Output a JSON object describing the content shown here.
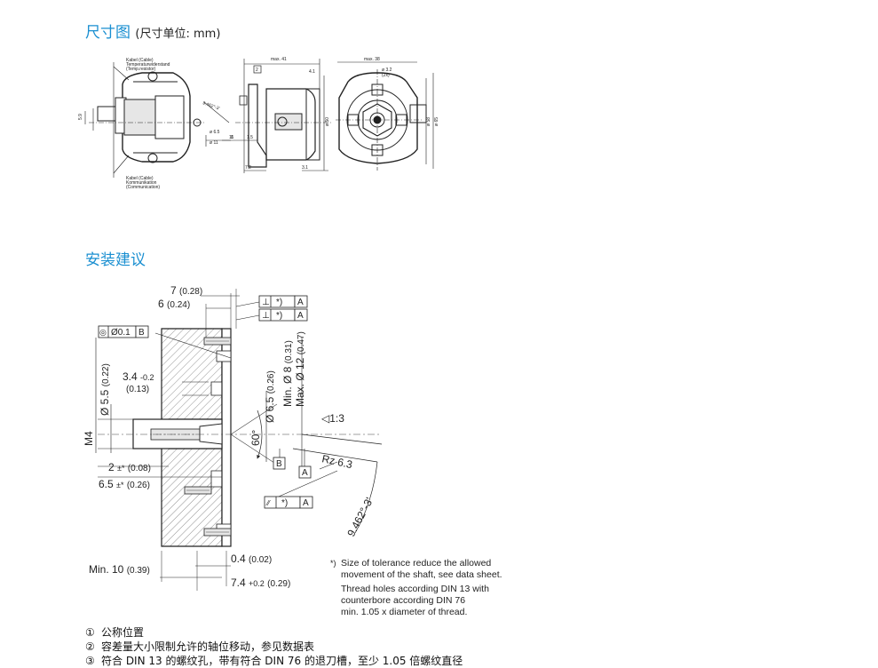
{
  "sections": {
    "dimensions_title": "尺寸图",
    "dimensions_unit": "(尺寸单位: mm)",
    "mounting_title": "安装建议"
  },
  "top_drawing": {
    "cable_temp": [
      "Kabel (Cable)",
      "Temperaturwiderstand",
      "(Temp.resistor)"
    ],
    "cable_comm": [
      "Kabel (Cable)",
      "Kommunikation",
      "(Communication)"
    ],
    "dims": [
      "5.9",
      "max. 41",
      "4.1",
      "9.462°-3'",
      "ø 6.5",
      "ø 11",
      "11",
      "8",
      "1.5",
      "7.2",
      "3.1",
      "ø 50",
      "max. 38",
      "ø 3.2",
      "(2x)",
      "ø 58",
      "ø 65",
      "2"
    ]
  },
  "mounting": {
    "d7": "7",
    "d7_in": "(0.28)",
    "d6": "6",
    "d6_in": "(0.24)",
    "perp": "⊥",
    "star": "*)",
    "datumA": "A",
    "datumB": "B",
    "conc_sym": "◎",
    "conc_val": "Ø0.1",
    "d34": "3.4",
    "d34_tol": "-0.2",
    "d34_in": "(0.13)",
    "d55": "Ø 5.5",
    "d55_in": "(0.22)",
    "m4": "M4",
    "d2": "2",
    "d2_tol": "±*",
    "d2_in": "(0.08)",
    "d65b": "6.5",
    "d65b_tol": "±*",
    "d65b_in": "(0.26)",
    "dia65": "Ø 6.5",
    "dia65_in": "(0.26)",
    "min8": "Min. Ø 8",
    "min8_in": "(0.31)",
    "max12": "Max. Ø 12",
    "max12_in": "(0.47)",
    "taper": "◁1:3",
    "angle": "60°",
    "rz": "Rz 6.3",
    "angle2": "9.462°-3'",
    "par": "⁄⁄",
    "d04": "0.4",
    "d04_in": "(0.02)",
    "min10": "Min. 10",
    "min10_in": "(0.39)",
    "d74": "7.4",
    "d74_tol": "+0.2",
    "d74_in": "(0.29)"
  },
  "footnote": {
    "mark": "*)",
    "lines": [
      "Size of tolerance reduce the allowed",
      "movement of the shaft, see data sheet.",
      "Thread holes according DIN 13 with",
      "counterbore according DIN 76",
      "min. 1.05 x diameter of thread."
    ]
  },
  "legend": [
    {
      "num": "①",
      "text": "公称位置"
    },
    {
      "num": "②",
      "text": "容差量大小限制允许的轴位移动，参见数据表"
    },
    {
      "num": "③",
      "text": "符合 DIN 13 的螺纹孔，带有符合 DIN 76 的退刀槽，至少 1.05 倍螺纹直径"
    }
  ]
}
